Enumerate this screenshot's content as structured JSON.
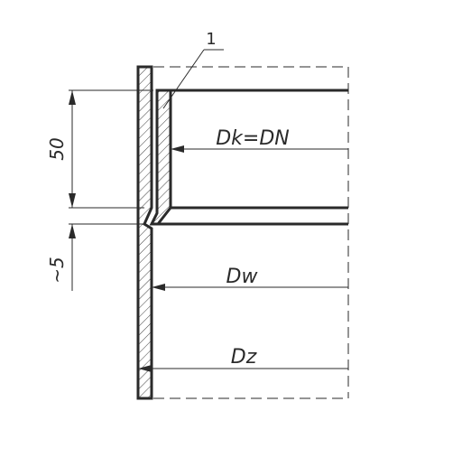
{
  "labels": {
    "reference_number": "1",
    "inner_pipe_diameter": "Dk=DN",
    "socket_inner_diameter": "Dw",
    "outer_diameter": "Dz"
  },
  "dimensions": {
    "socket_depth": "50",
    "transition_length": "~5"
  },
  "colors": {
    "line": "#2a2a2a",
    "background": "#ffffff"
  }
}
